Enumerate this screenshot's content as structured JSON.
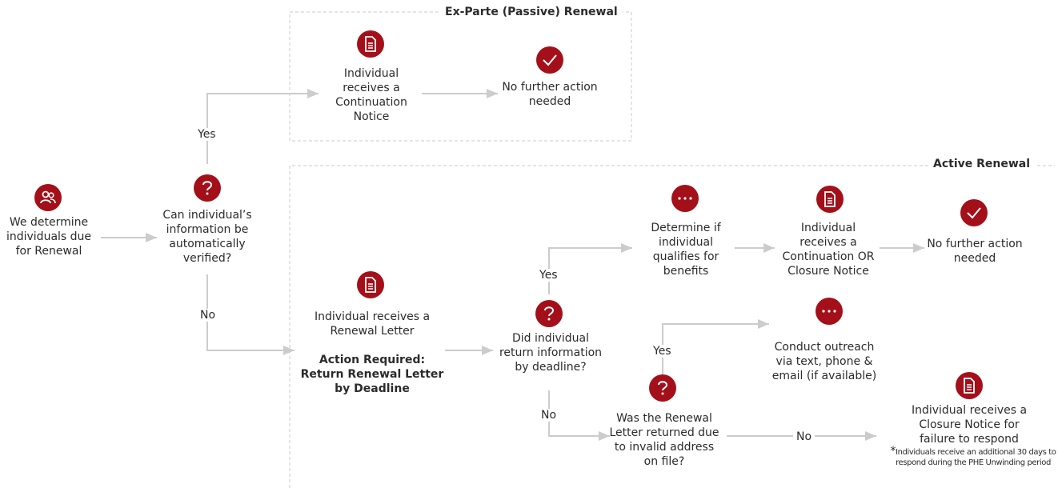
{
  "sections": {
    "ex_parte_title": "Ex-Parte (Passive) Renewal",
    "active_title": "Active Renewal"
  },
  "nodes": {
    "start": "We determine individuals due for Renewal",
    "auto_verify": "Can individual’s information be automatically verified?",
    "continuation_notice": "Individual receives a Continuation Notice",
    "no_action_1": "No further action needed",
    "renewal_letter": "Individual receives a Renewal Letter",
    "action_required": "Action Required: Return Renewal Letter by Deadline",
    "did_return": "Did individual return information by deadline?",
    "determine_qualify": "Determine if individual qualifies for benefits",
    "continuation_or_closure": "Individual receives a Continuation OR Closure Notice",
    "no_action_2": "No further action needed",
    "outreach": "Conduct outreach via text, phone & email (if available)",
    "invalid_address": "Was the Renewal Letter returned due to invalid address on file?",
    "closure_notice": "Individual receives a Closure Notice for failure to respond",
    "footnote_mark": "*",
    "footnote": "Individuals receive an additional 30 days to respond during the PHE Unwinding period"
  },
  "edge_labels": {
    "yes_1": "Yes",
    "no_1": "No",
    "yes_2": "Yes",
    "no_2": "No",
    "yes_3": "Yes",
    "no_3": "No"
  },
  "colors": {
    "accent": "#a3101a",
    "line": "#cccccc"
  },
  "icons": {
    "start": "people-icon",
    "auto_verify": "question-icon",
    "continuation_notice": "document-icon",
    "no_action_1": "checkmark-icon",
    "renewal_letter": "document-icon",
    "did_return": "question-icon",
    "determine_qualify": "ellipsis-icon",
    "continuation_or_closure": "document-icon",
    "no_action_2": "checkmark-icon",
    "outreach": "ellipsis-icon",
    "invalid_address": "question-icon",
    "closure_notice": "document-icon"
  }
}
